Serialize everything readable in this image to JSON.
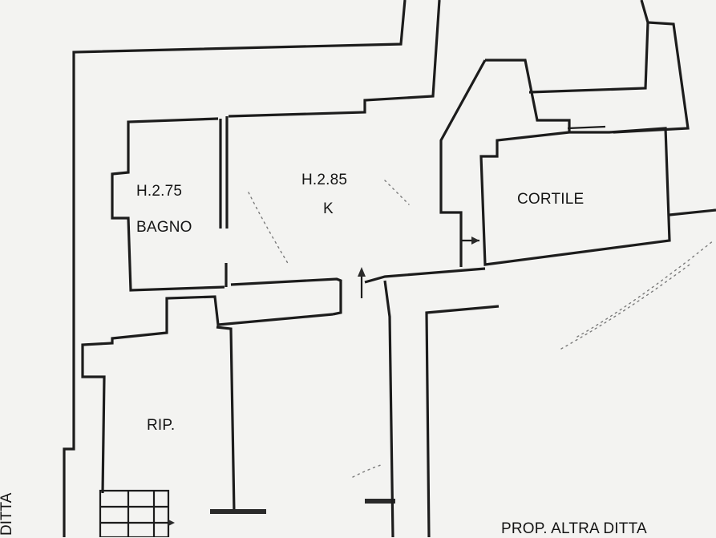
{
  "labels": {
    "bathroom_height": "H.2.75",
    "bathroom_name": "BAGNO",
    "kitchen_height": "H.2.85",
    "kitchen_name": "K",
    "courtyard_name": "CORTILE",
    "storage_name": "RIP.",
    "other_property": "PROP. ALTRA DITTA",
    "left_edge_fragment": "DITTA"
  },
  "colors": {
    "background": "#f3f3f1",
    "walls": "#1c1c1c",
    "text": "#151515"
  }
}
